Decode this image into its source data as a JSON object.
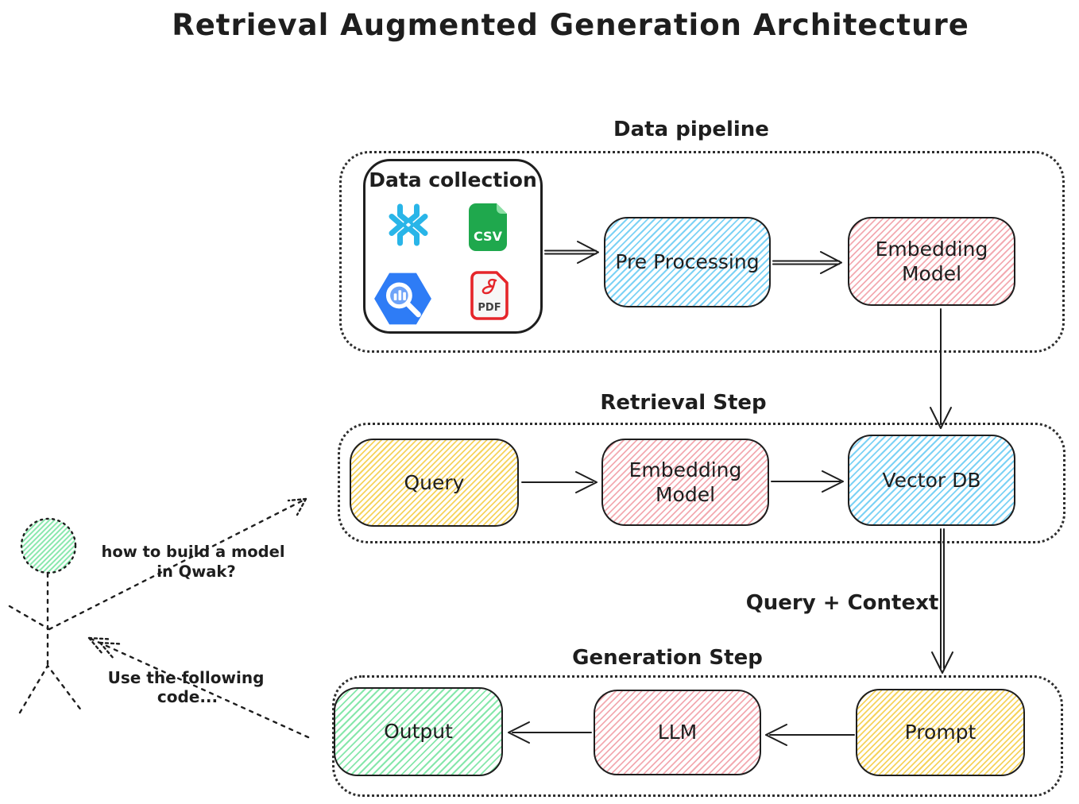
{
  "title": "Retrieval Augmented Generation Architecture",
  "sections": {
    "data_pipeline": {
      "label": "Data pipeline"
    },
    "retrieval": {
      "label": "Retrieval Step"
    },
    "generation": {
      "label": "Generation Step"
    }
  },
  "nodes": {
    "data_collection": {
      "label": "Data collection"
    },
    "pre_processing": {
      "label": "Pre Processing"
    },
    "embedding_model_pipeline": {
      "label": "Embedding Model"
    },
    "query": {
      "label": "Query"
    },
    "embedding_model_retrieval": {
      "label": "Embedding Model"
    },
    "vector_db": {
      "label": "Vector DB"
    },
    "output": {
      "label": "Output"
    },
    "llm": {
      "label": "LLM"
    },
    "prompt": {
      "label": "Prompt"
    }
  },
  "icons": {
    "snowflake": {
      "name": "snowflake-icon",
      "color": "#29b5e8"
    },
    "csv": {
      "name": "csv-file-icon",
      "label": "CSV",
      "color": "#1fa84d"
    },
    "bigquery": {
      "name": "bigquery-icon",
      "color": "#2e7cf6"
    },
    "pdf": {
      "name": "pdf-file-icon",
      "label": "PDF",
      "color": "#e5252a"
    }
  },
  "edge_labels": {
    "query_context": "Query + Context"
  },
  "person": {
    "question_line1": "how to build a model",
    "question_line2": "in Qwak?",
    "answer_line1": "Use the following",
    "answer_line2": "code..."
  },
  "colors": {
    "ink": "#1e1e1e",
    "hachure_blue": "#7cd2f5",
    "hachure_pink": "#f3aab1",
    "hachure_yellow": "#f6d35c",
    "hachure_green": "#86e7ab"
  }
}
